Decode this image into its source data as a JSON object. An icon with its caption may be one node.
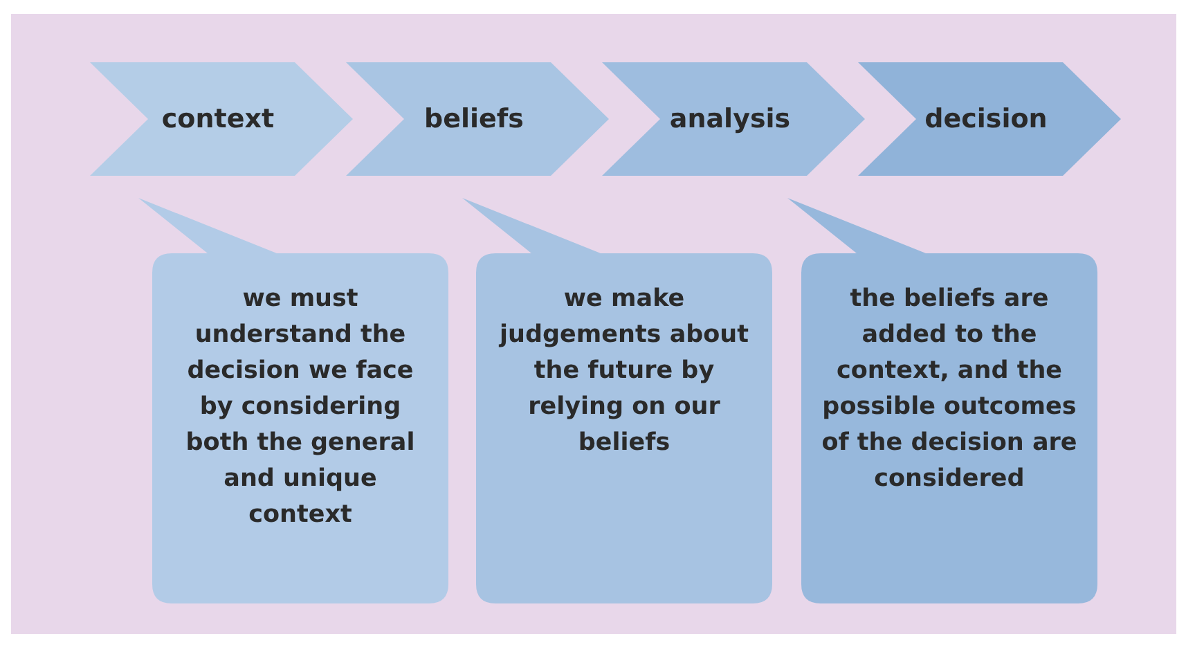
{
  "diagram": {
    "nodes": [
      {
        "text": [
          "context"
        ]
      },
      {
        "text": [
          "beliefs"
        ]
      },
      {
        "text": [
          "analysis"
        ]
      },
      {
        "text": [
          "decision"
        ]
      },
      {
        "text": [
          "we must understand the decision we face by considering both the general and unique context"
        ]
      },
      {
        "text": [
          "we make judgements about the future by relying on our beliefs"
        ]
      },
      {
        "text": [
          "the beliefs are added to the context, and the possible outcomes of the decision are considered"
        ]
      }
    ]
  }
}
